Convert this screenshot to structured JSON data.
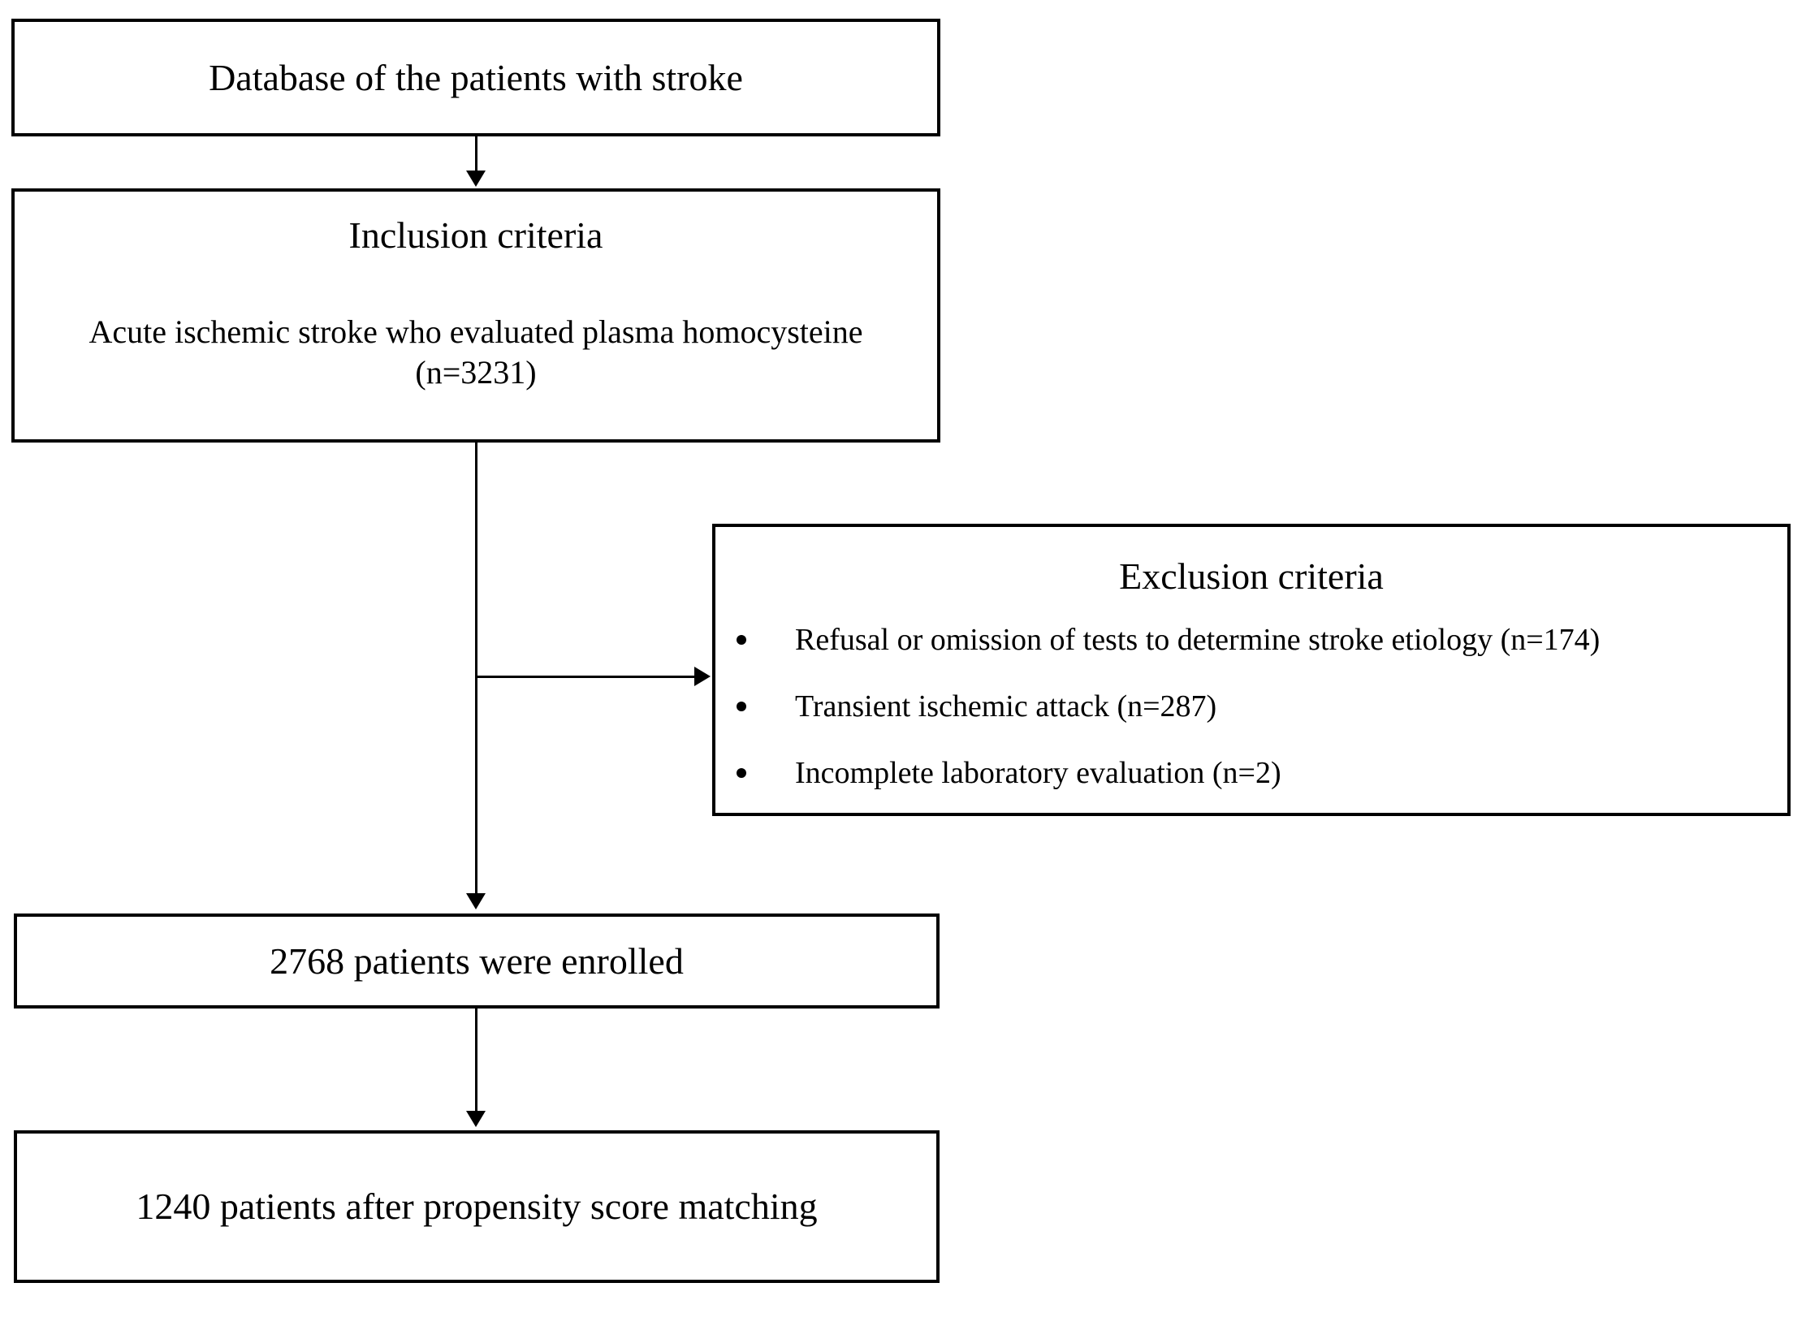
{
  "boxes": {
    "database": {
      "label": "Database of the patients with stroke"
    },
    "inclusion": {
      "title": "Inclusion criteria",
      "body_line1": "Acute ischemic stroke who evaluated plasma homocysteine",
      "body_line2": "(n=3231)"
    },
    "exclusion": {
      "title": "Exclusion criteria",
      "items": [
        "Refusal or omission of tests to determine stroke etiology (n=174)",
        "Transient ischemic attack (n=287)",
        "Incomplete laboratory evaluation (n=2)"
      ]
    },
    "enrolled": {
      "label": "2768 patients were enrolled"
    },
    "matched": {
      "label": "1240 patients after propensity score matching"
    }
  },
  "edges": [
    {
      "from": "database",
      "to": "inclusion"
    },
    {
      "from": "inclusion",
      "to": "exclusion"
    },
    {
      "from": "inclusion",
      "to": "enrolled"
    },
    {
      "from": "enrolled",
      "to": "matched"
    }
  ],
  "colors": {
    "line": "#000000",
    "text": "#000000",
    "box_background": "#ffffff",
    "page_background": "#ffffff"
  }
}
